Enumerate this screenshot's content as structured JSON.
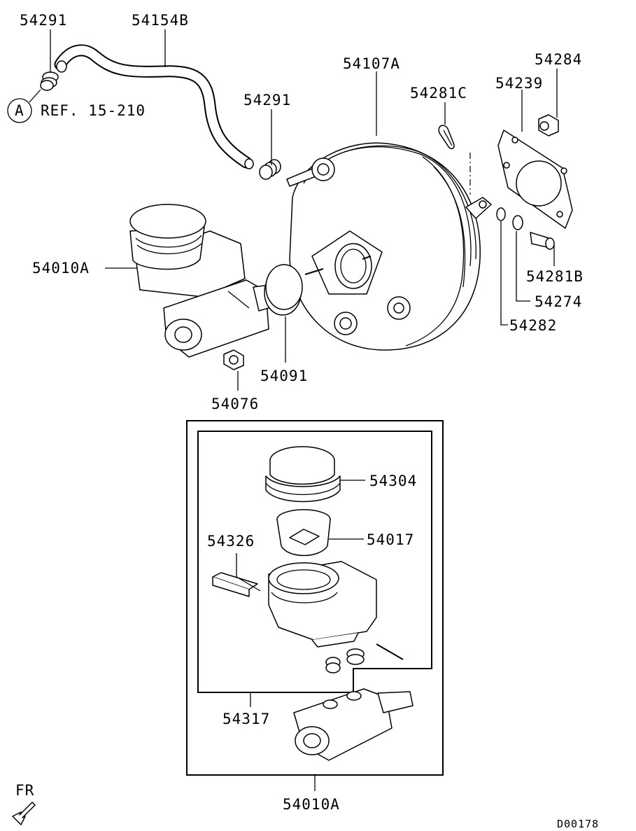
{
  "labels": {
    "hose_clip_top": "54291",
    "vacuum_hose": "54154B",
    "ref_circle": "A",
    "ref_text": "REF. 15-210",
    "booster": "54107A",
    "hose_clip_mid": "54291",
    "clevis_pin_clip": "54281C",
    "gasket": "54239",
    "nut_top": "54284",
    "master_cyl_upper": "54010A",
    "clevis_pin": "54281B",
    "washer": "54274",
    "ring": "54282",
    "seal": "54091",
    "nut_bottom": "54076",
    "reservoir_cap": "54304",
    "strainer": "54017",
    "seal_kit_label": "54326",
    "reservoir_kit": "54317",
    "master_cyl_lower": "54010A",
    "front_mark": "FR",
    "diagram_id": "D00178"
  },
  "icons": {
    "front_arrow": "arrow-down-left-icon"
  }
}
